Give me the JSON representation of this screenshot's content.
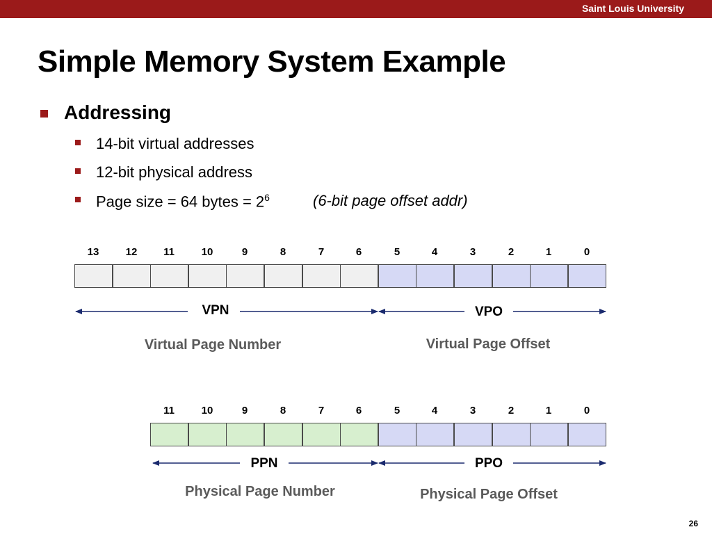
{
  "header": {
    "university": "Saint Louis University"
  },
  "slide": {
    "title": "Simple Memory System Example",
    "heading": "Addressing",
    "bullets": [
      "14-bit virtual addresses",
      "12-bit physical address",
      "Page size = 64 bytes = 2"
    ],
    "superscript": "6",
    "note": "(6-bit page offset addr)",
    "page_number": "26"
  },
  "virtual": {
    "bits": [
      "13",
      "12",
      "11",
      "10",
      "9",
      "8",
      "7",
      "6",
      "5",
      "4",
      "3",
      "2",
      "1",
      "0"
    ],
    "vpn_label": "VPN",
    "vpo_label": "VPO",
    "vpn_desc": "Virtual Page Number",
    "vpo_desc": "Virtual Page Offset"
  },
  "physical": {
    "bits": [
      "11",
      "10",
      "9",
      "8",
      "7",
      "6",
      "5",
      "4",
      "3",
      "2",
      "1",
      "0"
    ],
    "ppn_label": "PPN",
    "ppo_label": "PPO",
    "ppn_desc": "Physical Page Number",
    "ppo_desc": "Physical Page Offset"
  },
  "colors": {
    "accent": "#9b1a1a",
    "vpn_cell": "#f0f0f0",
    "offset_cell": "#d6d9f5",
    "ppn_cell": "#d7efcf",
    "arrow": "#1a2a6e"
  }
}
